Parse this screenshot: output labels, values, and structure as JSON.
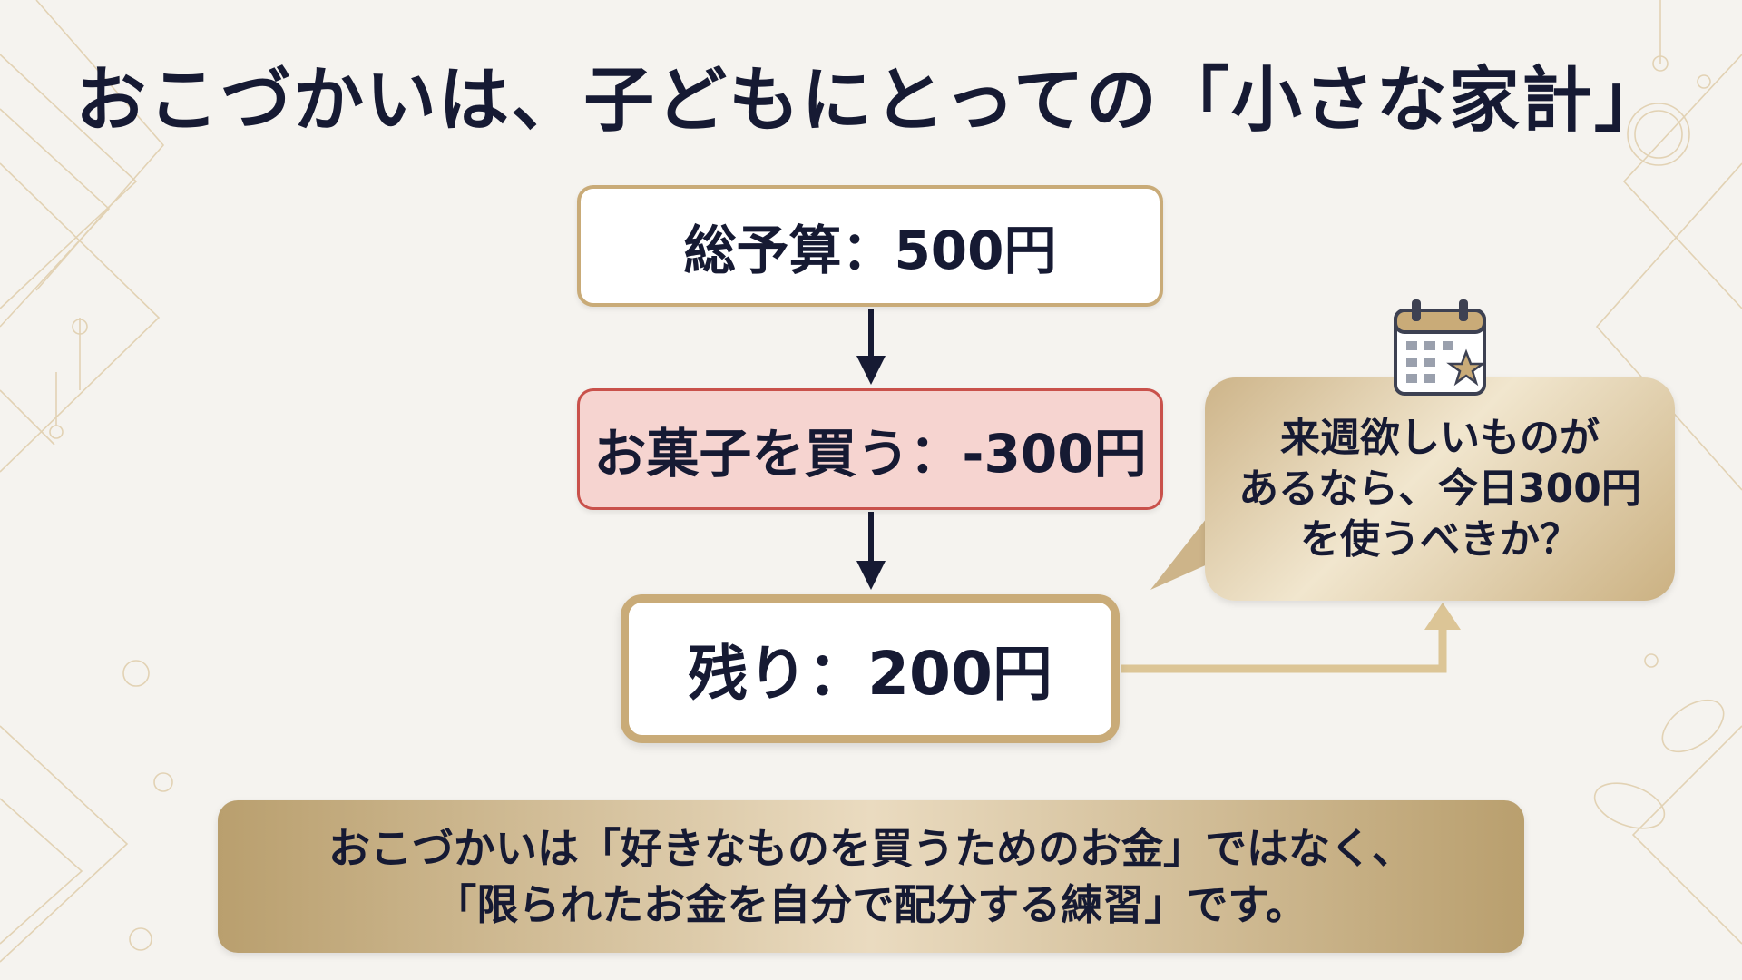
{
  "title": "おこづかいは、子どもにとっての「小さな家計」",
  "flow": {
    "total": "総予算：500円",
    "spend": "お菓子を買う：-300円",
    "remain": "残り：200円"
  },
  "bubble": {
    "text": "来週欲しいものが\nあるなら、今日300円\nを使うべきか？",
    "icon": "calendar-star-icon"
  },
  "banner": {
    "text": "おこづかいは「好きなものを買うためのお金」ではなく、\n「限られたお金を自分で配分する練習」です。"
  },
  "colors": {
    "navy": "#161a33",
    "gold": "#c9ab78",
    "red_border": "#c9514b",
    "pink_fill": "#f6d4d0",
    "background": "#f5f3ef"
  }
}
